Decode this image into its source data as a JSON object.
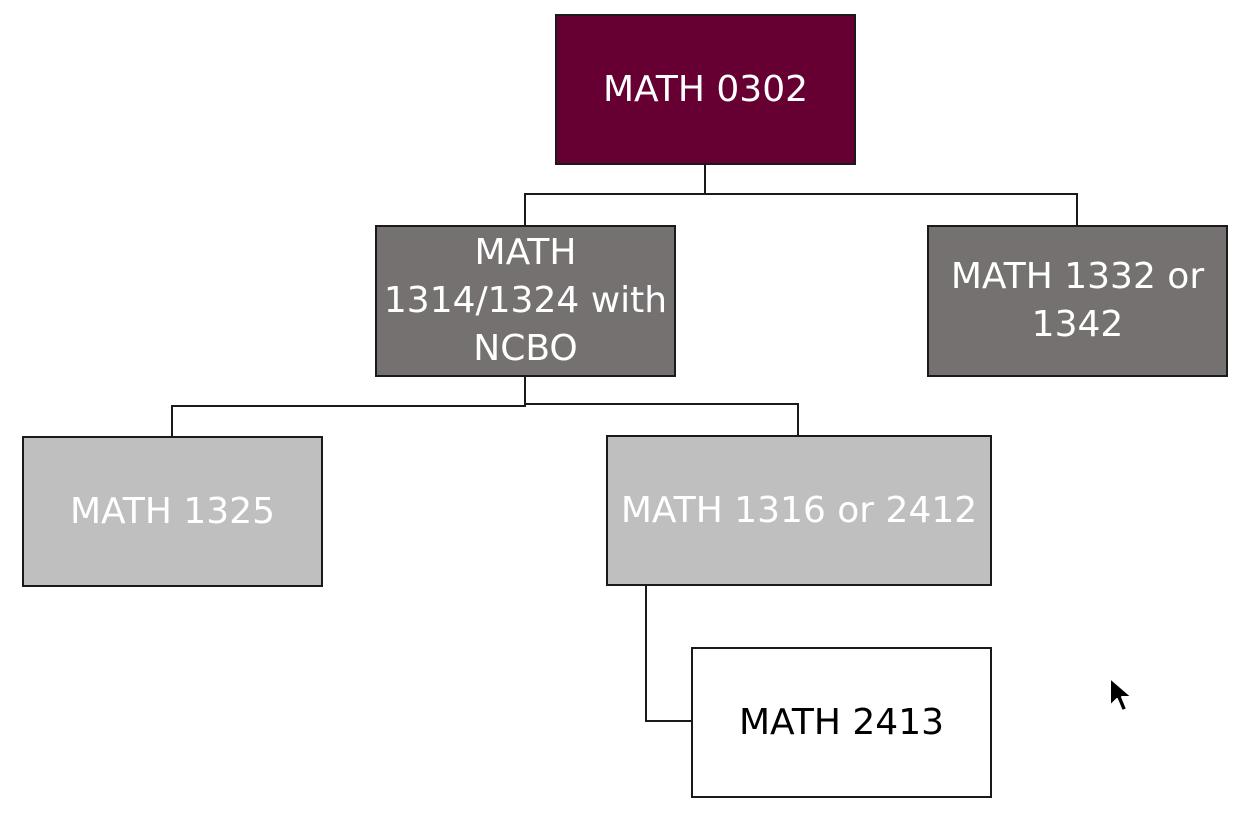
{
  "diagram": {
    "nodes": {
      "math_0302": "MATH 0302",
      "math_1314_1324": "MATH\n1314/1324 with\nNCBO",
      "math_1332_1342": "MATH 1332 or\n1342",
      "math_1325": "MATH 1325",
      "math_1316_2412": "MATH 1316 or 2412",
      "math_2413": "MATH 2413"
    },
    "edges": [
      {
        "from": "MATH 0302",
        "to": "MATH 1314/1324 with NCBO"
      },
      {
        "from": "MATH 0302",
        "to": "MATH 1332 or 1342"
      },
      {
        "from": "MATH 1314/1324 with NCBO",
        "to": "MATH 1325"
      },
      {
        "from": "MATH 1314/1324 with NCBO",
        "to": "MATH 1316 or 2412"
      },
      {
        "from": "MATH 1316 or 2412",
        "to": "MATH 2413"
      }
    ],
    "colors": {
      "root_fill": "#660033",
      "level2_fill": "#767171",
      "level3_fill": "#bfbfbf",
      "leaf_fill": "#ffffff",
      "border": "#1a1a1a",
      "connector": "#1a1a1a"
    }
  },
  "overlay": {
    "cursor_icon": "mouse-pointer-icon"
  }
}
